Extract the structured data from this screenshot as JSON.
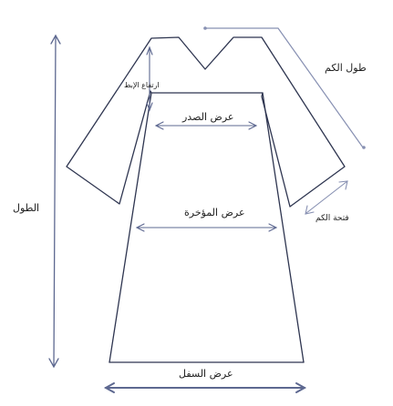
{
  "labels": {
    "length": "الطول",
    "sleeve_length": "طول الكم",
    "armpit_height": "ارتفاع الإبط",
    "chest_width": "عرض الصدر",
    "back_width": "عرض المؤخرة",
    "sleeve_opening": "فتحة الكم",
    "hem_width": "عرض السفل"
  },
  "colors": {
    "garment": "#2e3550",
    "arrow_dark": "#5d6890",
    "arrow_light": "#8790b2",
    "text": "#222222"
  }
}
